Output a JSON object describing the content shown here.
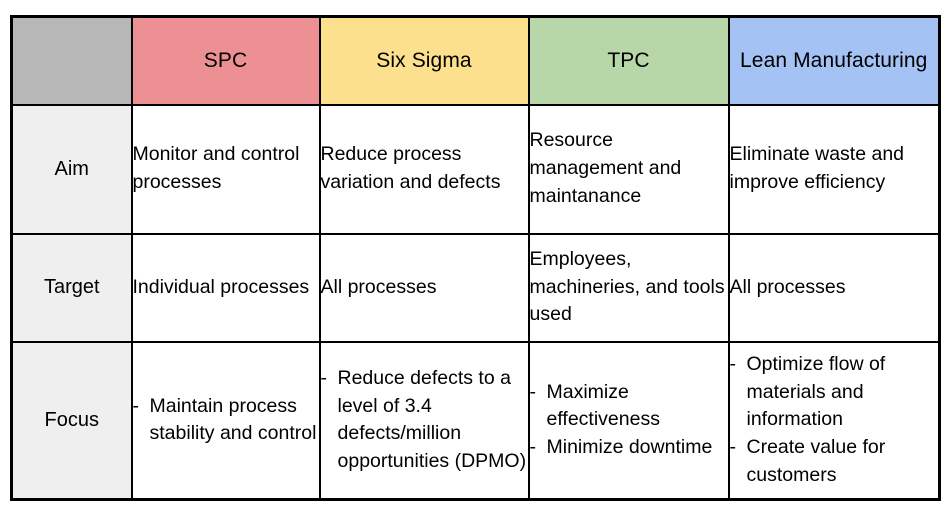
{
  "document": {
    "type": "comparison-table",
    "colors": {
      "corner": "#b7b7b7",
      "spc": "#ed9093",
      "six_sigma": "#fce08d",
      "tpc": "#b7d7a8",
      "lean": "#a4c2f4",
      "row_label_bg": "#efefef",
      "border": "#000000",
      "text": "#000000"
    }
  },
  "table": {
    "corner_label": "",
    "columns": [
      {
        "label": "SPC"
      },
      {
        "label": "Six Sigma"
      },
      {
        "label": "TPC"
      },
      {
        "label": "Lean Manufacturing"
      }
    ],
    "rows": [
      {
        "label": "Aim",
        "cells": [
          {
            "kind": "text",
            "text": "Monitor and control processes"
          },
          {
            "kind": "text",
            "text": "Reduce process variation and defects"
          },
          {
            "kind": "text",
            "text": "Resource management and maintanance"
          },
          {
            "kind": "text",
            "text": "Eliminate waste and improve efficiency"
          }
        ]
      },
      {
        "label": "Target",
        "cells": [
          {
            "kind": "text",
            "text": "Individual processes"
          },
          {
            "kind": "text",
            "text": "All processes"
          },
          {
            "kind": "text",
            "text": "Employees, machineries, and tools used"
          },
          {
            "kind": "text",
            "text": "All processes"
          }
        ]
      },
      {
        "label": "Focus",
        "cells": [
          {
            "kind": "bullets",
            "marker": "-",
            "items": [
              "Maintain process stability and control"
            ]
          },
          {
            "kind": "bullets",
            "marker": "-",
            "items": [
              "Reduce defects to a level of 3.4 defects/million opportunities (DPMO)"
            ]
          },
          {
            "kind": "bullets",
            "marker": "-",
            "items": [
              "Maximize effectiveness",
              "Minimize downtime"
            ]
          },
          {
            "kind": "bullets",
            "marker": "-",
            "items": [
              "Optimize flow of materials and information",
              "Create value for customers"
            ]
          }
        ]
      }
    ]
  }
}
